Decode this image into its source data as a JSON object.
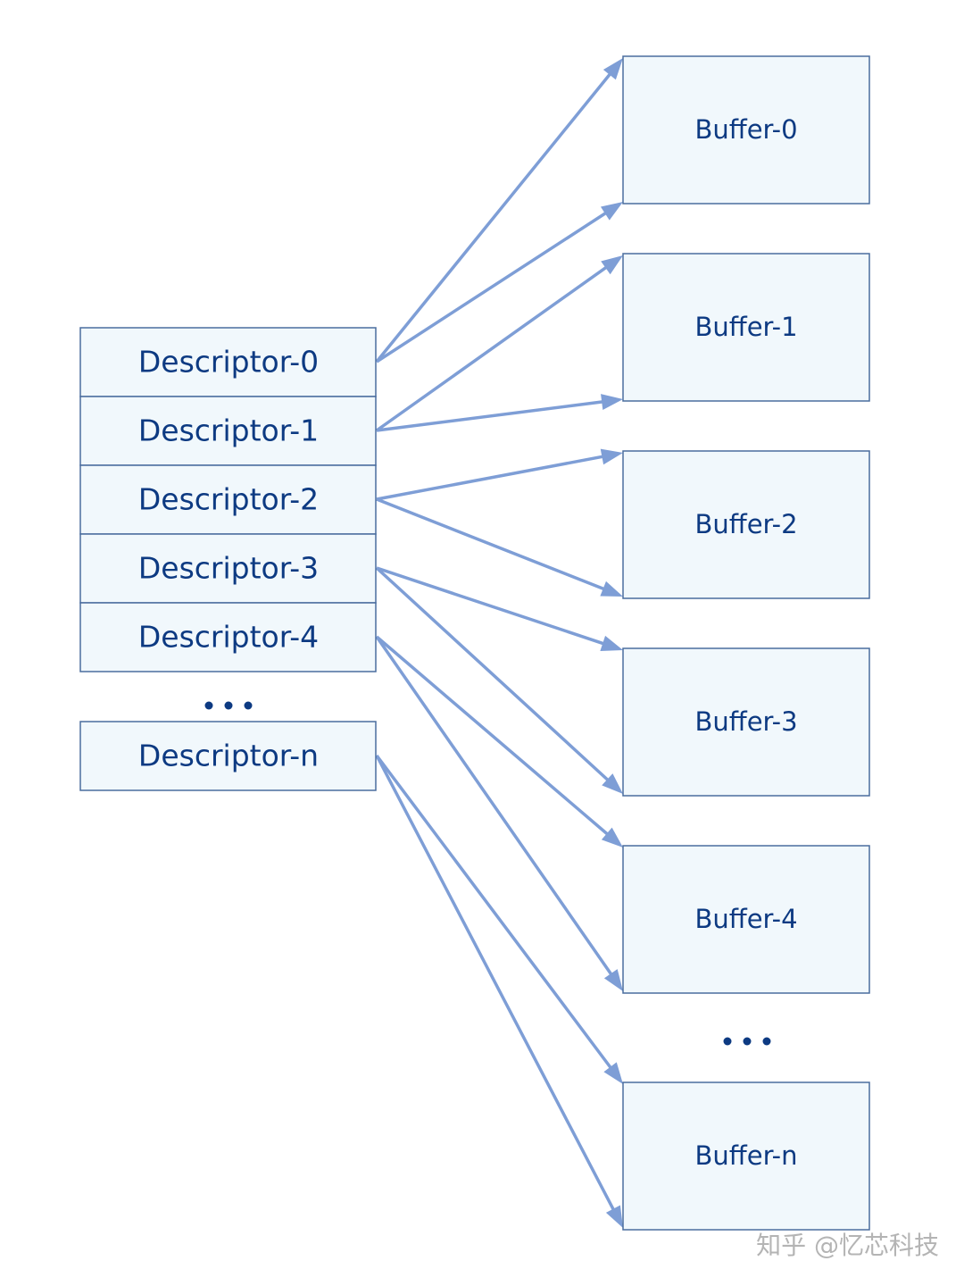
{
  "descriptors": [
    {
      "label": "Descriptor-0"
    },
    {
      "label": "Descriptor-1"
    },
    {
      "label": "Descriptor-2"
    },
    {
      "label": "Descriptor-3"
    },
    {
      "label": "Descriptor-4"
    },
    {
      "label": "Descriptor-n"
    }
  ],
  "buffers": [
    {
      "label": "Buffer-0"
    },
    {
      "label": "Buffer-1"
    },
    {
      "label": "Buffer-2"
    },
    {
      "label": "Buffer-3"
    },
    {
      "label": "Buffer-4"
    },
    {
      "label": "Buffer-n"
    }
  ],
  "links": [
    {
      "from": 0,
      "to": 0,
      "end": "top"
    },
    {
      "from": 0,
      "to": 0,
      "end": "bottom"
    },
    {
      "from": 1,
      "to": 1,
      "end": "top"
    },
    {
      "from": 1,
      "to": 1,
      "end": "bottom"
    },
    {
      "from": 2,
      "to": 2,
      "end": "top"
    },
    {
      "from": 2,
      "to": 2,
      "end": "bottom"
    },
    {
      "from": 3,
      "to": 3,
      "end": "top"
    },
    {
      "from": 3,
      "to": 3,
      "end": "bottom"
    },
    {
      "from": 4,
      "to": 4,
      "end": "top"
    },
    {
      "from": 4,
      "to": 4,
      "end": "bottom"
    },
    {
      "from": 5,
      "to": 5,
      "end": "top"
    },
    {
      "from": 5,
      "to": 5,
      "end": "bottom"
    }
  ],
  "watermark": "知乎 @忆芯科技",
  "colors": {
    "box_fill": "#f1f8fc",
    "box_stroke": "#4a6d9e",
    "text": "#0d3a82",
    "arrow": "#7e9ed6"
  }
}
